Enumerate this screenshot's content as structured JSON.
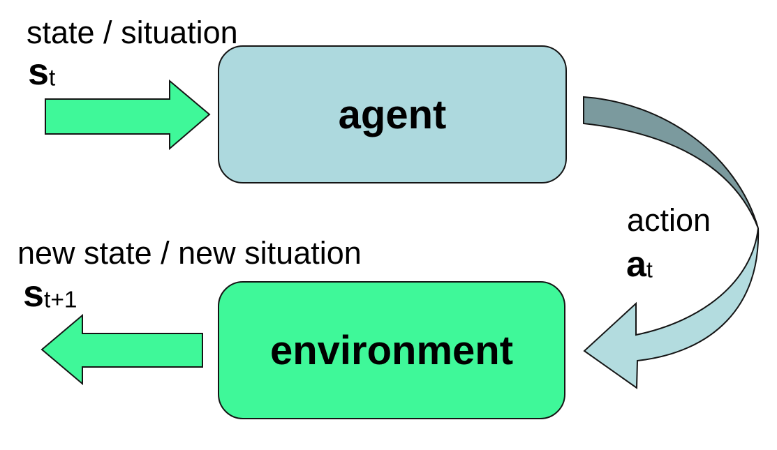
{
  "colors": {
    "green": "#3FF899",
    "box_blue": "#ADD9DE",
    "arrow_blue": "#B3DCDF",
    "dark_teal": "#7B9A9E",
    "outline": "#141414",
    "text": "#000000",
    "background": "#FFFFFF"
  },
  "nodes": {
    "agent": {
      "label": "agent"
    },
    "environment": {
      "label": "environment"
    }
  },
  "labels": {
    "state": {
      "title": "state / situation",
      "symbol_base": "s",
      "symbol_sub": "t"
    },
    "action": {
      "title": "action",
      "symbol_base": "a",
      "symbol_sub": "t"
    },
    "new_state": {
      "title": "new state / new situation",
      "symbol_base": "s",
      "symbol_sub": "t+1"
    }
  }
}
